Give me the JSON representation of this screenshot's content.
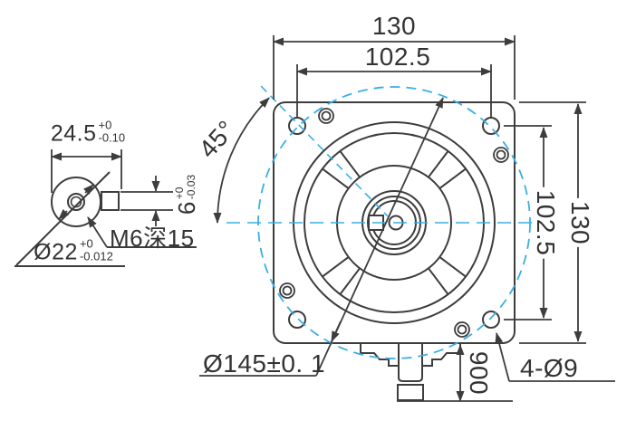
{
  "colors": {
    "line": "#3d3d3d",
    "accent_centerline": "#3aafe4",
    "text": "#333333"
  },
  "front_view": {
    "dim_width_total": "130",
    "dim_bolt_spacing_horizontal": "102.5",
    "dim_height_total": "130",
    "dim_bolt_spacing_vertical": "102.5",
    "dim_angle": "45°",
    "dim_bolt_circle": "Ø145±0. 1",
    "dim_mounting_holes": "4-Ø9",
    "dim_cable_length": "900"
  },
  "side_view": {
    "dim_shaft_length": {
      "value": "24.5",
      "tol_upper": "+0",
      "tol_lower": "-0.10"
    },
    "dim_shaft_diameter": {
      "value": "Ø22",
      "tol_upper": "+0",
      "tol_lower": "-0.012"
    },
    "dim_keyway_width": {
      "value": "6",
      "tol_upper": "+0",
      "tol_lower": "-0.03"
    },
    "label_tapped_hole": "M6深15"
  }
}
